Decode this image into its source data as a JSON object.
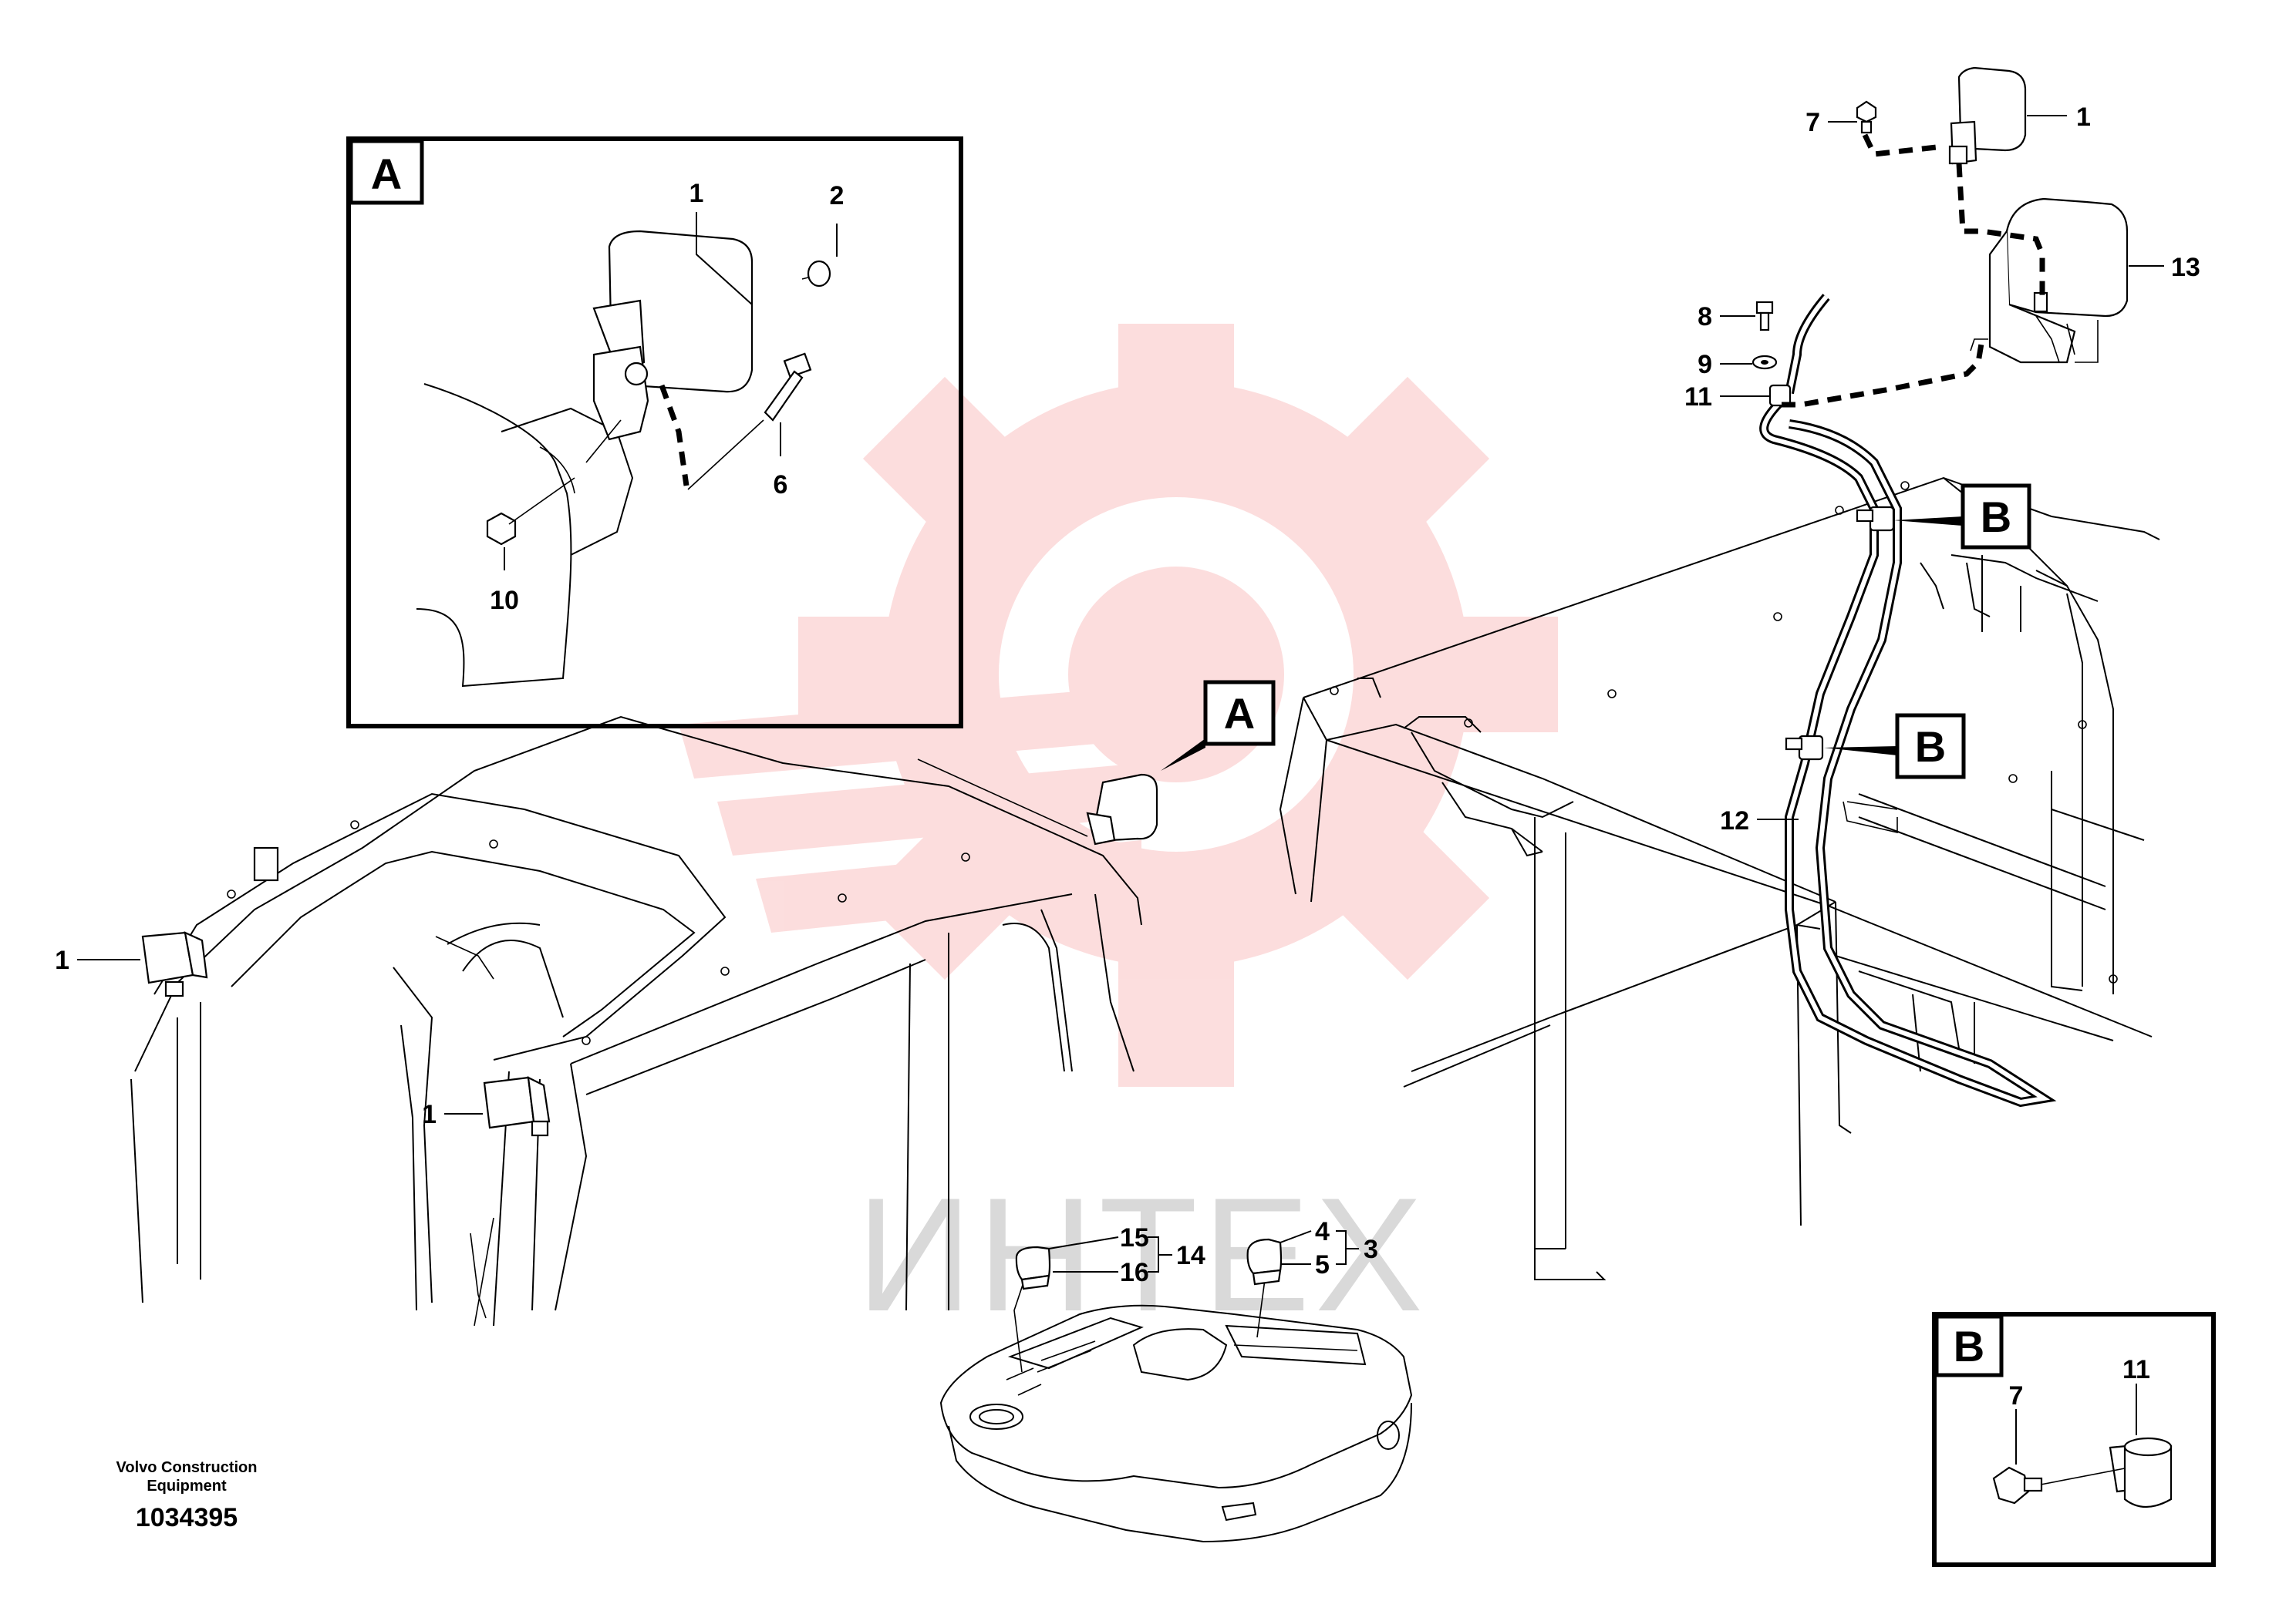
{
  "watermark": {
    "text": "ИНТЕХ",
    "color": "#f03c3c"
  },
  "detail_a": {
    "tag": "A",
    "callouts": {
      "mirror": "1",
      "bulb": "2",
      "bolt": "6",
      "nut": "10"
    }
  },
  "detail_b": {
    "tag": "B",
    "callouts": {
      "screw": "7",
      "clamp": "11"
    }
  },
  "main": {
    "ref_a": "A",
    "ref_b_upper": "B",
    "ref_b_lower": "B",
    "callouts": {
      "screw_top": "7",
      "lamp_top": "1",
      "bracket": "13",
      "bolt": "8",
      "washer": "9",
      "clamp": "11",
      "harness": "12",
      "lamp_left": "1",
      "lamp_cab": "1",
      "sw1_top": "15",
      "sw1_bottom": "16",
      "sw1_group": "14",
      "sw2_top": "4",
      "sw2_bottom": "5",
      "sw2_group": "3"
    }
  },
  "footer": {
    "company_line1": "Volvo Construction",
    "company_line2": "Equipment",
    "drawing_number": "1034395"
  }
}
